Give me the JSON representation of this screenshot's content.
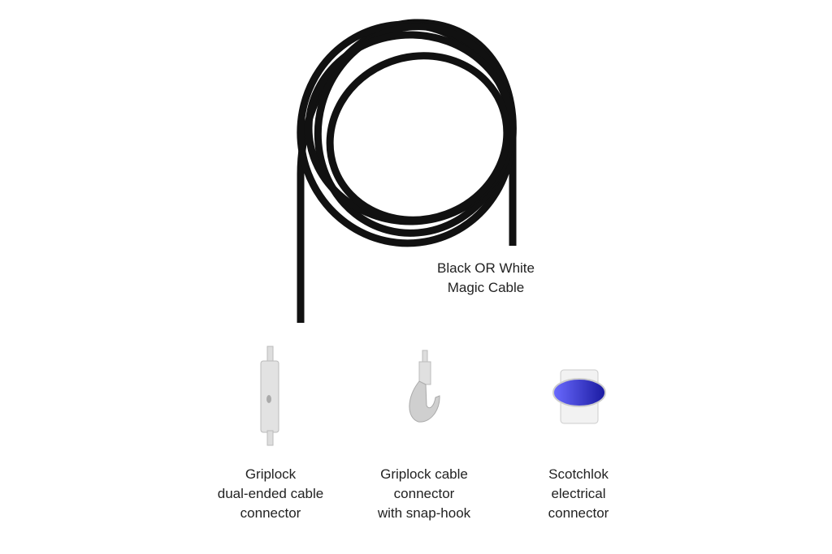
{
  "cable": {
    "line1": "Black OR White",
    "line2": "Magic Cable"
  },
  "items": [
    {
      "lines": [
        "Griplock",
        "dual-ended cable",
        "connector"
      ]
    },
    {
      "lines": [
        "Griplock cable",
        "connector",
        "with snap-hook"
      ]
    },
    {
      "lines": [
        "Scotchlok",
        "electrical",
        "connector"
      ]
    }
  ],
  "colors": {
    "cable": "#111111",
    "connector_blue": "#2a2acc",
    "metal": "#d8d8d8"
  }
}
